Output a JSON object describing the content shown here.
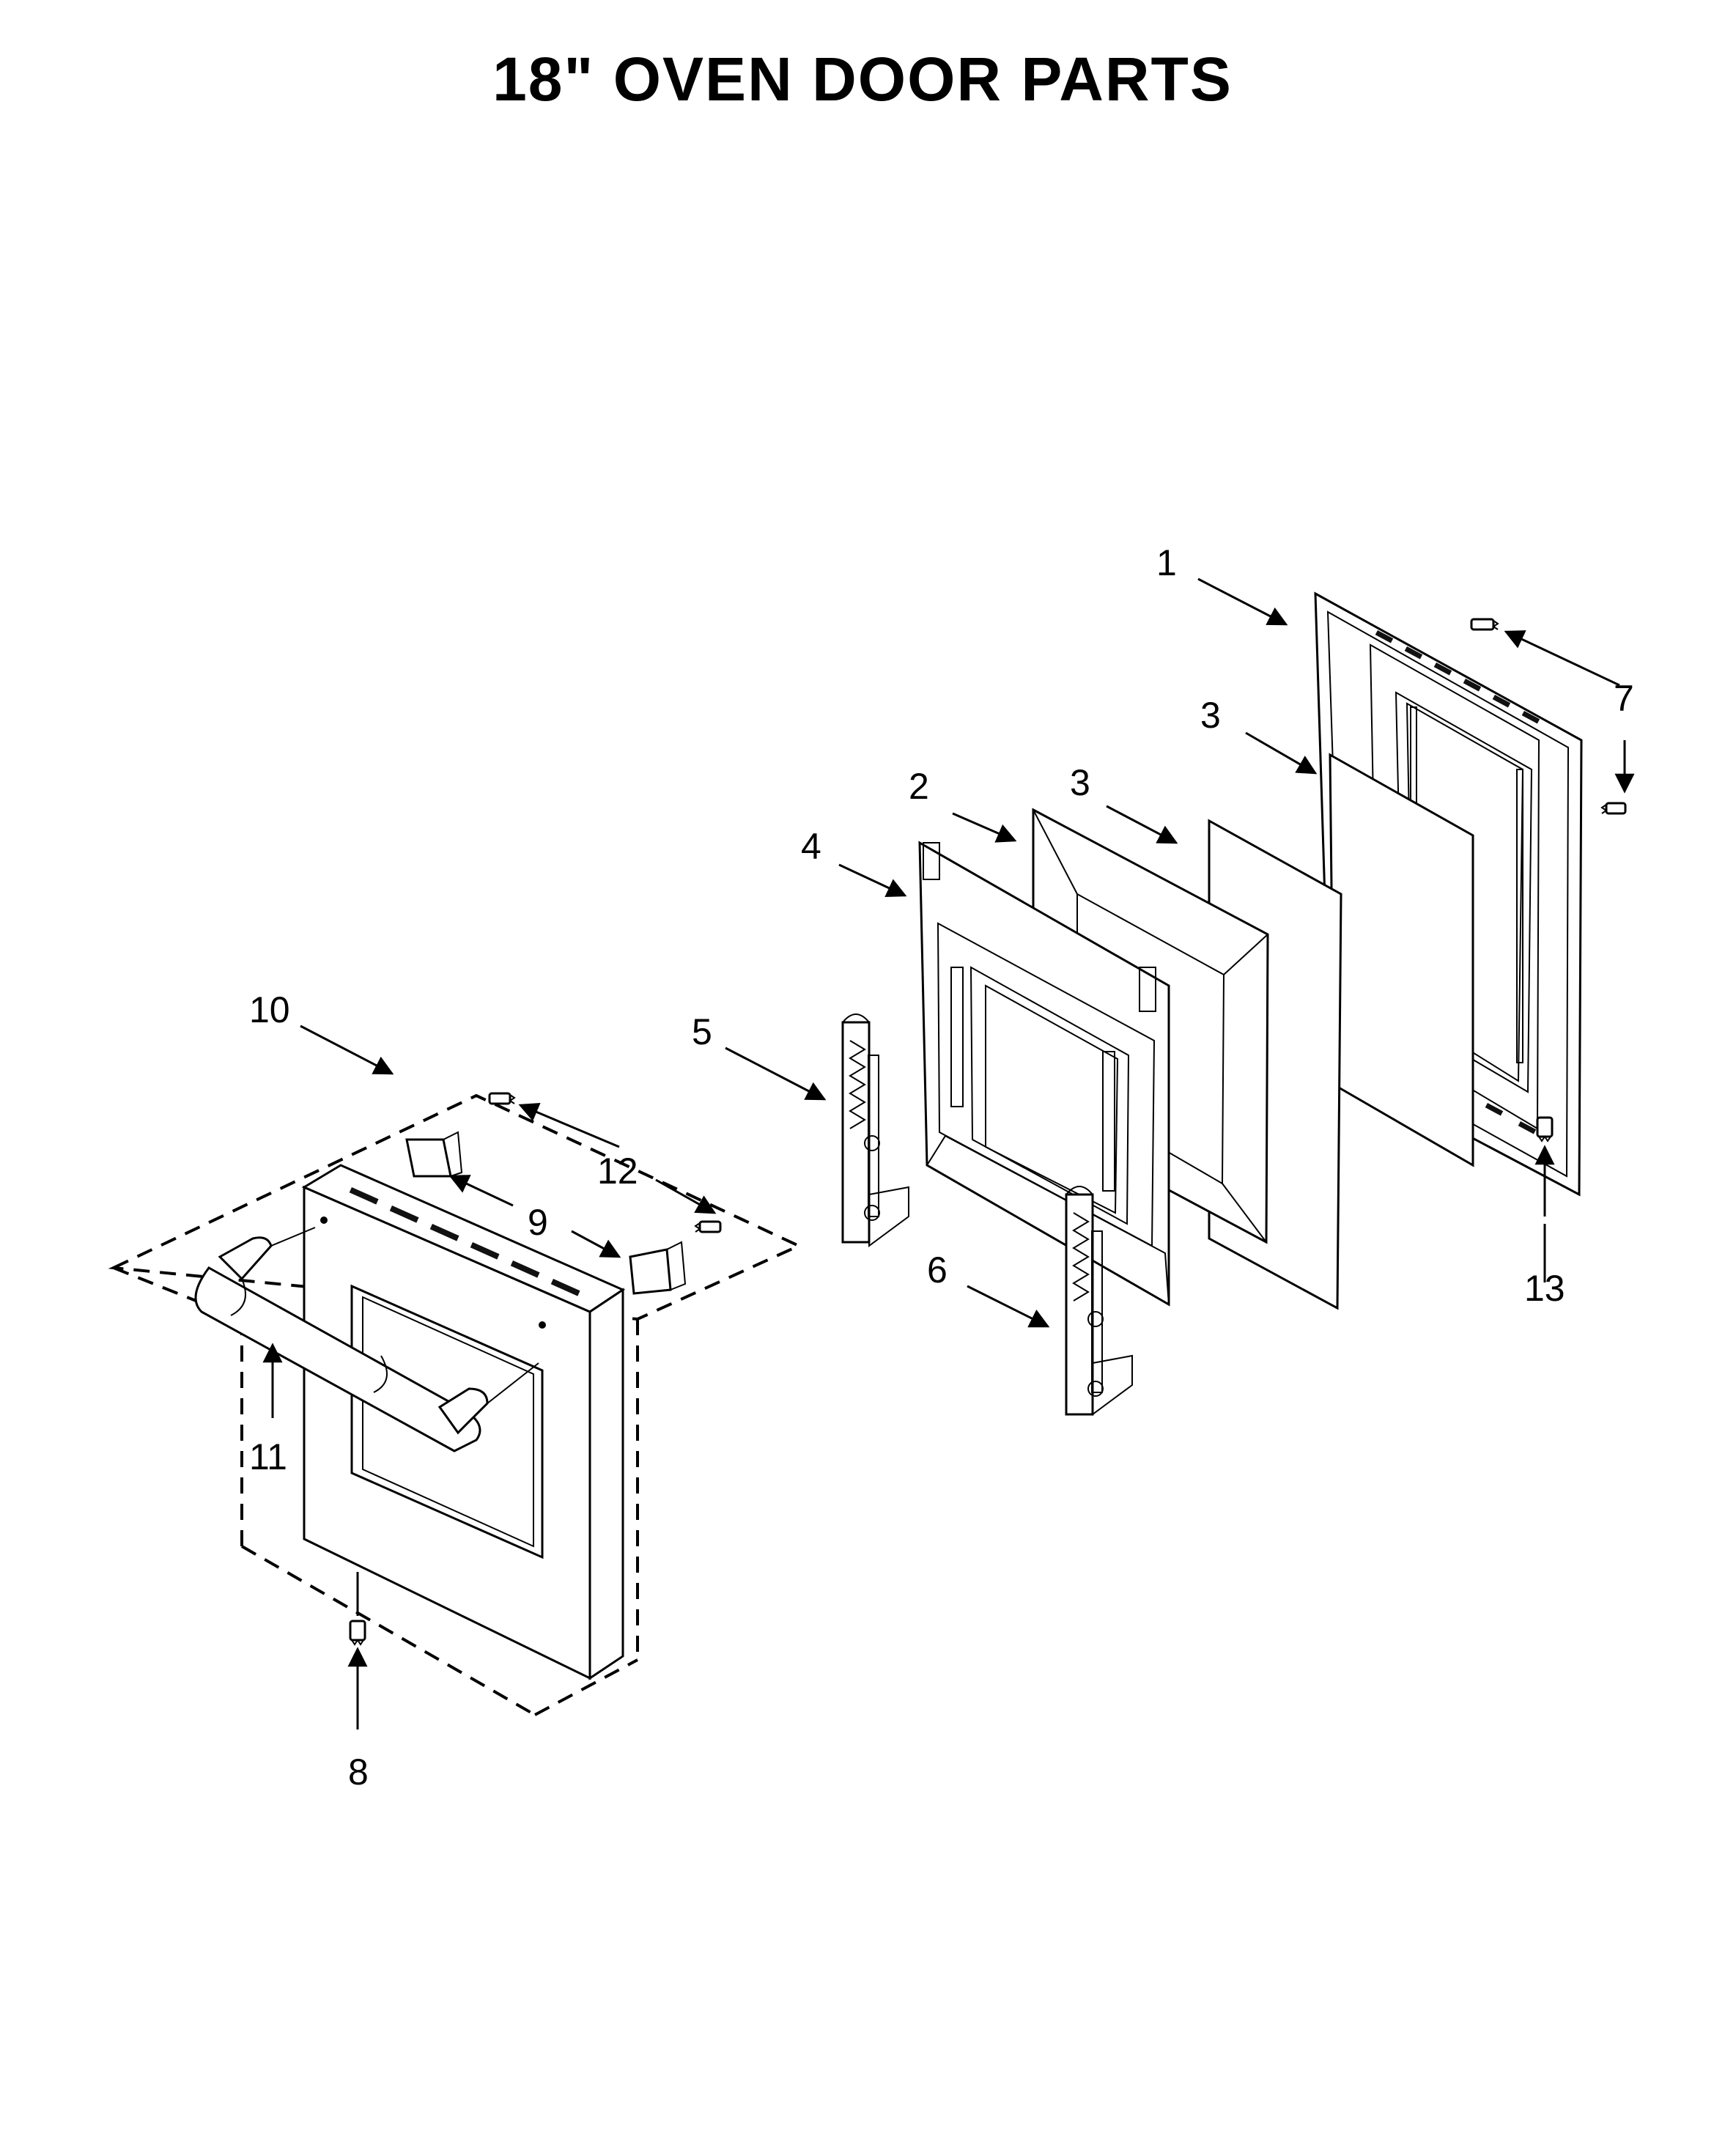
{
  "title": "18\" OVEN DOOR PARTS",
  "callouts": {
    "c1": "1",
    "c2": "2",
    "c3a": "3",
    "c3b": "3",
    "c4": "4",
    "c5": "5",
    "c6": "6",
    "c7": "7",
    "c8": "8",
    "c9": "9",
    "c10": "10",
    "c11": "11",
    "c12": "12",
    "c13": "13"
  }
}
